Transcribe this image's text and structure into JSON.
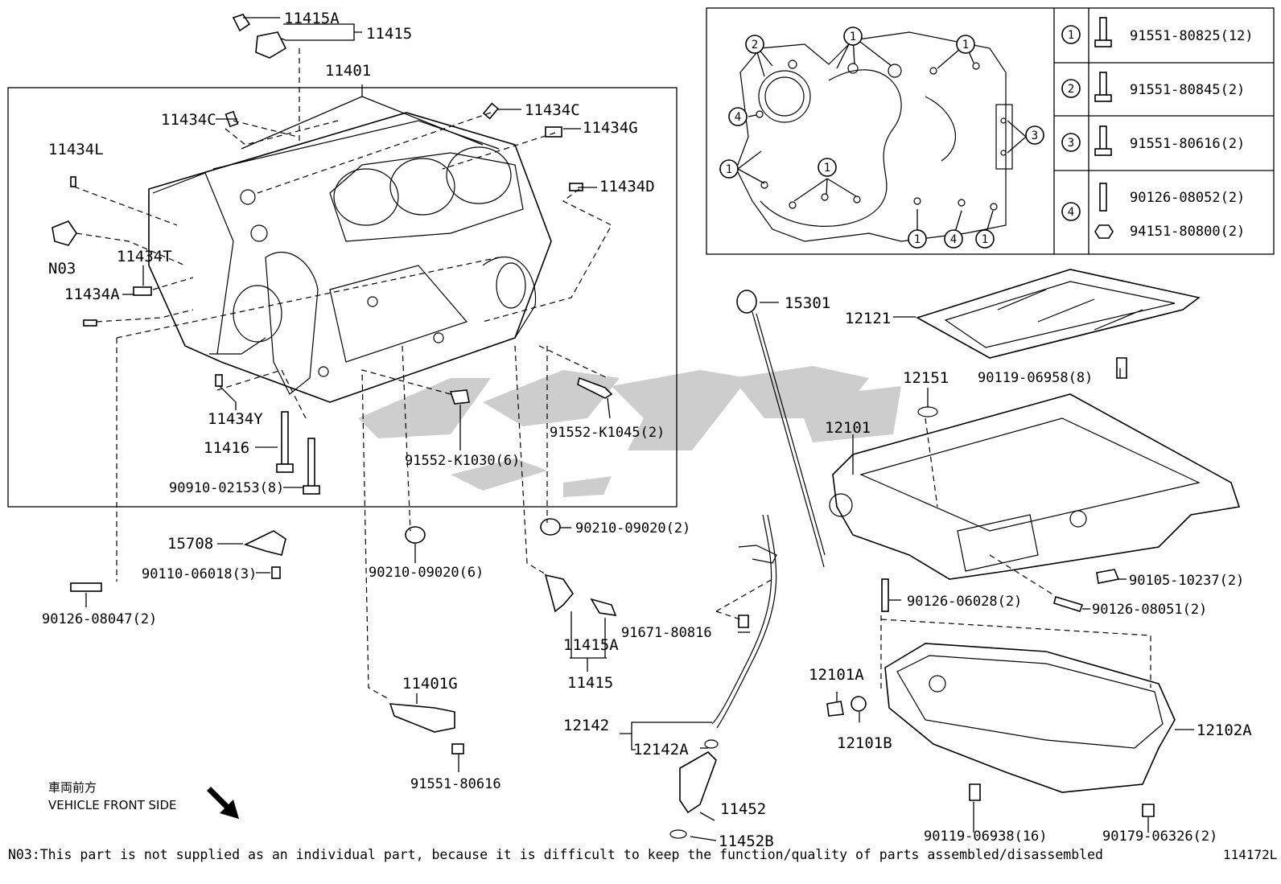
{
  "diagram_id": "114172L",
  "footnote": "N03:This part is not supplied as an individual part, because it is difficult to keep the function/quality of parts assembled/disassembled",
  "front_side": {
    "jp": "車両前方",
    "en": "VEHICLE FRONT SIDE"
  },
  "labels": {
    "p11415A_top": "11415A",
    "p11415_top": "11415",
    "p11401": "11401",
    "p11434C_left": "11434C",
    "p11434C_right": "11434C",
    "p11434G": "11434G",
    "p11434L": "11434L",
    "p11434D": "11434D",
    "pN03": "N03",
    "p11434T": "11434T",
    "p11434A": "11434A",
    "p11434Y": "11434Y",
    "p11416": "11416",
    "p90910": "90910-02153(8)",
    "p91552_1030": "91552-K1030(6)",
    "p91552_1045": "91552-K1045(2)",
    "p90210_6": "90210-09020(6)",
    "p90210_2": "90210-09020(2)",
    "p15708": "15708",
    "p90110": "90110-06018(3)",
    "p90126_08047": "90126-08047(2)",
    "p11415A_bot": "11415A",
    "p11415_bot": "11415",
    "p11401G": "11401G",
    "p91551_80616": "91551-80616",
    "p15301": "15301",
    "p12121": "12121",
    "p90119_06958": "90119-06958(8)",
    "p12151": "12151",
    "p12101": "12101",
    "p90105": "90105-10237(2)",
    "p90126_06028": "90126-06028(2)",
    "p90126_08051": "90126-08051(2)",
    "p91671": "91671-80816",
    "p12101A": "12101A",
    "p12101B": "12101B",
    "p12142": "12142",
    "p12142A": "12142A",
    "p11452": "11452",
    "p11452B": "11452B",
    "p12102A": "12102A",
    "p90119_06938": "90119-06938(16)",
    "p90179": "90179-06326(2)"
  },
  "bolt_table": [
    {
      "num": "1",
      "parts": [
        "91551-80825(12)"
      ]
    },
    {
      "num": "2",
      "parts": [
        "91551-80845(2)"
      ]
    },
    {
      "num": "3",
      "parts": [
        "91551-80616(2)"
      ]
    },
    {
      "num": "4",
      "parts": [
        "90126-08052(2)",
        "94151-80800(2)"
      ]
    }
  ],
  "inset_callouts": {
    "c1": "1",
    "c2": "2",
    "c3": "3",
    "c4": "4"
  }
}
